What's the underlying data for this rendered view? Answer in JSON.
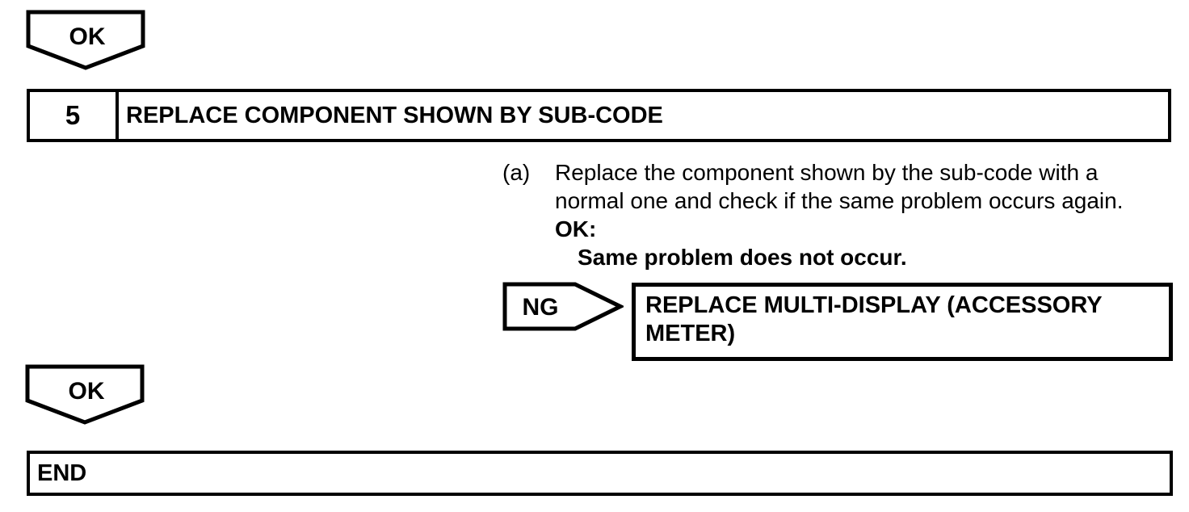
{
  "page": {
    "background": "#ffffff",
    "ink": "#000000"
  },
  "flow": {
    "ok_top": {
      "label": "OK"
    },
    "step": {
      "number": "5",
      "title": "REPLACE COMPONENT SHOWN BY SUB-CODE"
    },
    "instruction": {
      "marker": "(a)",
      "lines": [
        "Replace the component shown by the sub-code with a",
        "normal one and check if the same problem occurs again."
      ],
      "ok_heading": "OK:",
      "ok_condition": "Same problem does not occur."
    },
    "ng_branch": {
      "label": "NG",
      "action_lines": [
        "REPLACE MULTI-DISPLAY (ACCESSORY",
        "METER)"
      ]
    },
    "ok_bottom": {
      "label": "OK"
    },
    "end": {
      "label": "END"
    }
  }
}
